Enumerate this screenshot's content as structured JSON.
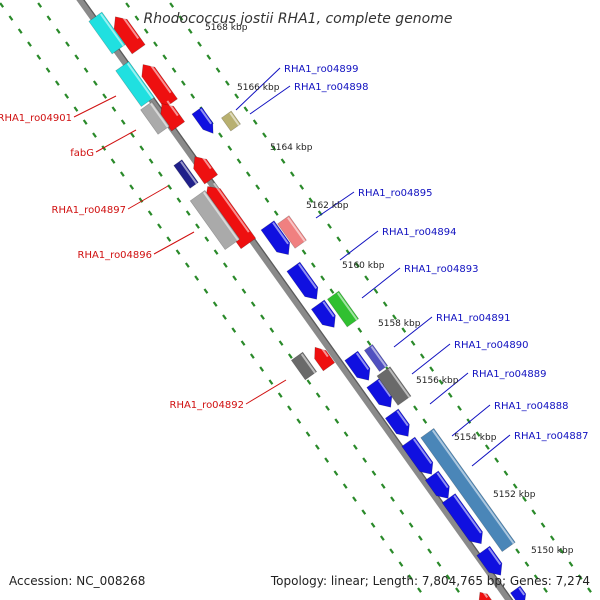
{
  "title": "Rhodococcus jostii RHA1, complete genome",
  "footer": {
    "accession": "Accession: NC_008268",
    "topology": "Topology: linear; Length: 7,804,765 bp; Genes: 7,274"
  },
  "kbp_labels": [
    "5168 kbp",
    "5166 kbp",
    "5164 kbp",
    "5162 kbp",
    "5160 kbp",
    "5158 kbp",
    "5156 kbp",
    "5154 kbp",
    "5152 kbp",
    "5150 kbp"
  ],
  "forward_labels": [
    "RHA1_ro04899",
    "RHA1_ro04898",
    "RHA1_ro04895",
    "RHA1_ro04894",
    "RHA1_ro04893",
    "RHA1_ro04891",
    "RHA1_ro04890",
    "RHA1_ro04889",
    "RHA1_ro04888",
    "RHA1_ro04887"
  ],
  "reverse_labels": [
    "RHA1_ro04901",
    "fabG",
    "RHA1_ro04897",
    "RHA1_ro04896",
    "RHA1_ro04892"
  ],
  "colors": {
    "backbone": "#8a8a8a",
    "ticks": "#2a8a2a",
    "forward_label": "#1010c0",
    "reverse_label": "#d01010",
    "cds_forward": "#1010e0",
    "cds_reverse": "#ee1010",
    "cyan_feature": "#20e0e0",
    "gray_feature": "#aaaaaa",
    "pink_feature": "#f08080",
    "green_feature": "#30c030",
    "olive_feature": "#b8b070",
    "steel_feature": "#4a86b8"
  }
}
